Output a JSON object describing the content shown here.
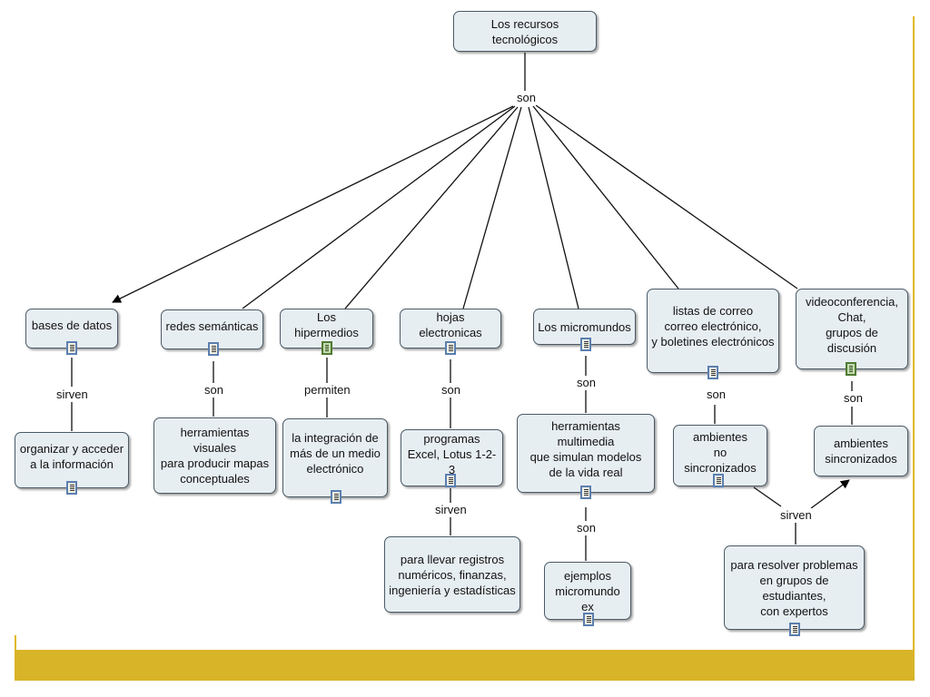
{
  "title": "Los recursos tecnológicos",
  "nodes": {
    "bases_de_datos": "bases de datos",
    "organizar": "organizar y acceder\na la información",
    "redes_semanticas": "redes semánticas",
    "herramientas_visuales": "herramientas visuales\npara producir mapas\nconceptuales",
    "hipermedios": "Los hipermedios",
    "integracion": "la integración de\nmás de un medio\nelectrónico",
    "hojas": "hojas electronicas",
    "programas": "programas\nExcel, Lotus 1-2-3",
    "registros": "para llevar registros\nnuméricos, finanzas,\ningeniería y estadísticas",
    "micromundos": "Los micromundos",
    "herramientas_multimedia": "herramientas multimedia\nque simulan modelos\nde la vida real",
    "ejemplos": "ejemplos\nmicromundo ex",
    "listas": "listas de correo\ncorreo electrónico,\ny boletines electrónicos",
    "no_sincronizados": "ambientes\nno sincronizados",
    "videoconferencia": "videoconferencia,\nChat,\ngrupos de discusión",
    "sincronizados": "ambientes\nsincronizados",
    "resolver": "para resolver problemas\nen grupos de estudiantes,\ncon expertos"
  },
  "labels": {
    "son_top": "son",
    "sirven_bases": "sirven",
    "son_redes": "son",
    "permiten": "permiten",
    "son_hojas": "son",
    "sirven_programas": "sirven",
    "son_micro": "son",
    "son_micro2": "son",
    "son_listas": "son",
    "son_video": "son",
    "sirven_ambientes": "sirven"
  },
  "icons": {
    "bases_de_datos": "document-icon",
    "organizar": "document-icon",
    "redes_semanticas": "document-icon",
    "hipermedios": "media-icon",
    "integracion": "document-icon",
    "hojas": "document-icon",
    "programas": "document-icon",
    "micromundos": "document-icon",
    "herramientas_multimedia": "document-icon",
    "ejemplos": "document-icon",
    "listas": "document-icon",
    "no_sincronizados": "document-icon",
    "videoconferencia": "media-icon",
    "resolver": "document-icon"
  },
  "colors": {
    "node_fill": "#e7eef2",
    "node_border": "#4a5a66",
    "footer_band": "#d8b428"
  }
}
